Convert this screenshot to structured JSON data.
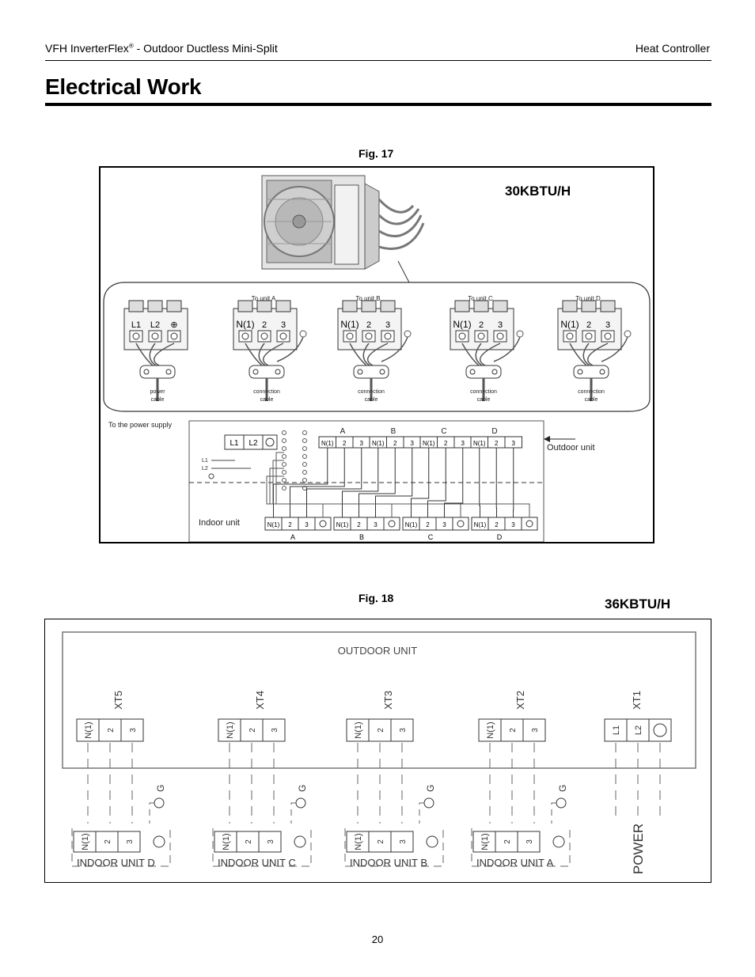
{
  "header": {
    "left_text": "VFH InverterFlex",
    "left_reg": "®",
    "left_suffix": " - Outdoor Ductless Mini-Split",
    "right_text": "Heat Controller"
  },
  "title": "Electrical Work",
  "fig17": {
    "caption": "Fig. 17",
    "capacity": "30KBTU/H",
    "blocks": [
      {
        "to": "",
        "terms": [
          "L1",
          "L2",
          "⊕"
        ],
        "cable": "power cable"
      },
      {
        "to": "To unit A",
        "terms": [
          "N(1)",
          "2",
          "3"
        ],
        "cable": "connection cable"
      },
      {
        "to": "To unit B",
        "terms": [
          "N(1)",
          "2",
          "3"
        ],
        "cable": "connection cable"
      },
      {
        "to": "To unit C",
        "terms": [
          "N(1)",
          "2",
          "3"
        ],
        "cable": "connection cable"
      },
      {
        "to": "To unit D",
        "terms": [
          "N(1)",
          "2",
          "3"
        ],
        "cable": "connection cable"
      }
    ],
    "power_supply": "To the power supply",
    "outdoor_label": "Outdoor unit",
    "indoor_label": "Indoor unit",
    "supply_terms": [
      "L1",
      "L2"
    ],
    "supply_lines": [
      "L1",
      "L2"
    ],
    "unit_letters": [
      "A",
      "B",
      "C",
      "D"
    ],
    "strip_terms": [
      "N(1)",
      "2",
      "3"
    ]
  },
  "fig18": {
    "caption": "Fig. 18",
    "capacity": "36KBTU/H",
    "outdoor_title": "OUTDOOR UNIT",
    "blocks": [
      {
        "xt": "XT5",
        "terms": [
          "N(1)",
          "2",
          "3"
        ],
        "indoor": "INDOOR UNIT D"
      },
      {
        "xt": "XT4",
        "terms": [
          "N(1)",
          "2",
          "3"
        ],
        "indoor": "INDOOR UNIT C"
      },
      {
        "xt": "XT3",
        "terms": [
          "N(1)",
          "2",
          "3"
        ],
        "indoor": "INDOOR UNIT B"
      },
      {
        "xt": "XT2",
        "terms": [
          "N(1)",
          "2",
          "3"
        ],
        "indoor": "INDOOR UNIT A"
      }
    ],
    "power_block": {
      "xt": "XT1",
      "terms": [
        "L1",
        "L2"
      ],
      "label": "POWER"
    },
    "ground": "G"
  },
  "page_number": "20"
}
